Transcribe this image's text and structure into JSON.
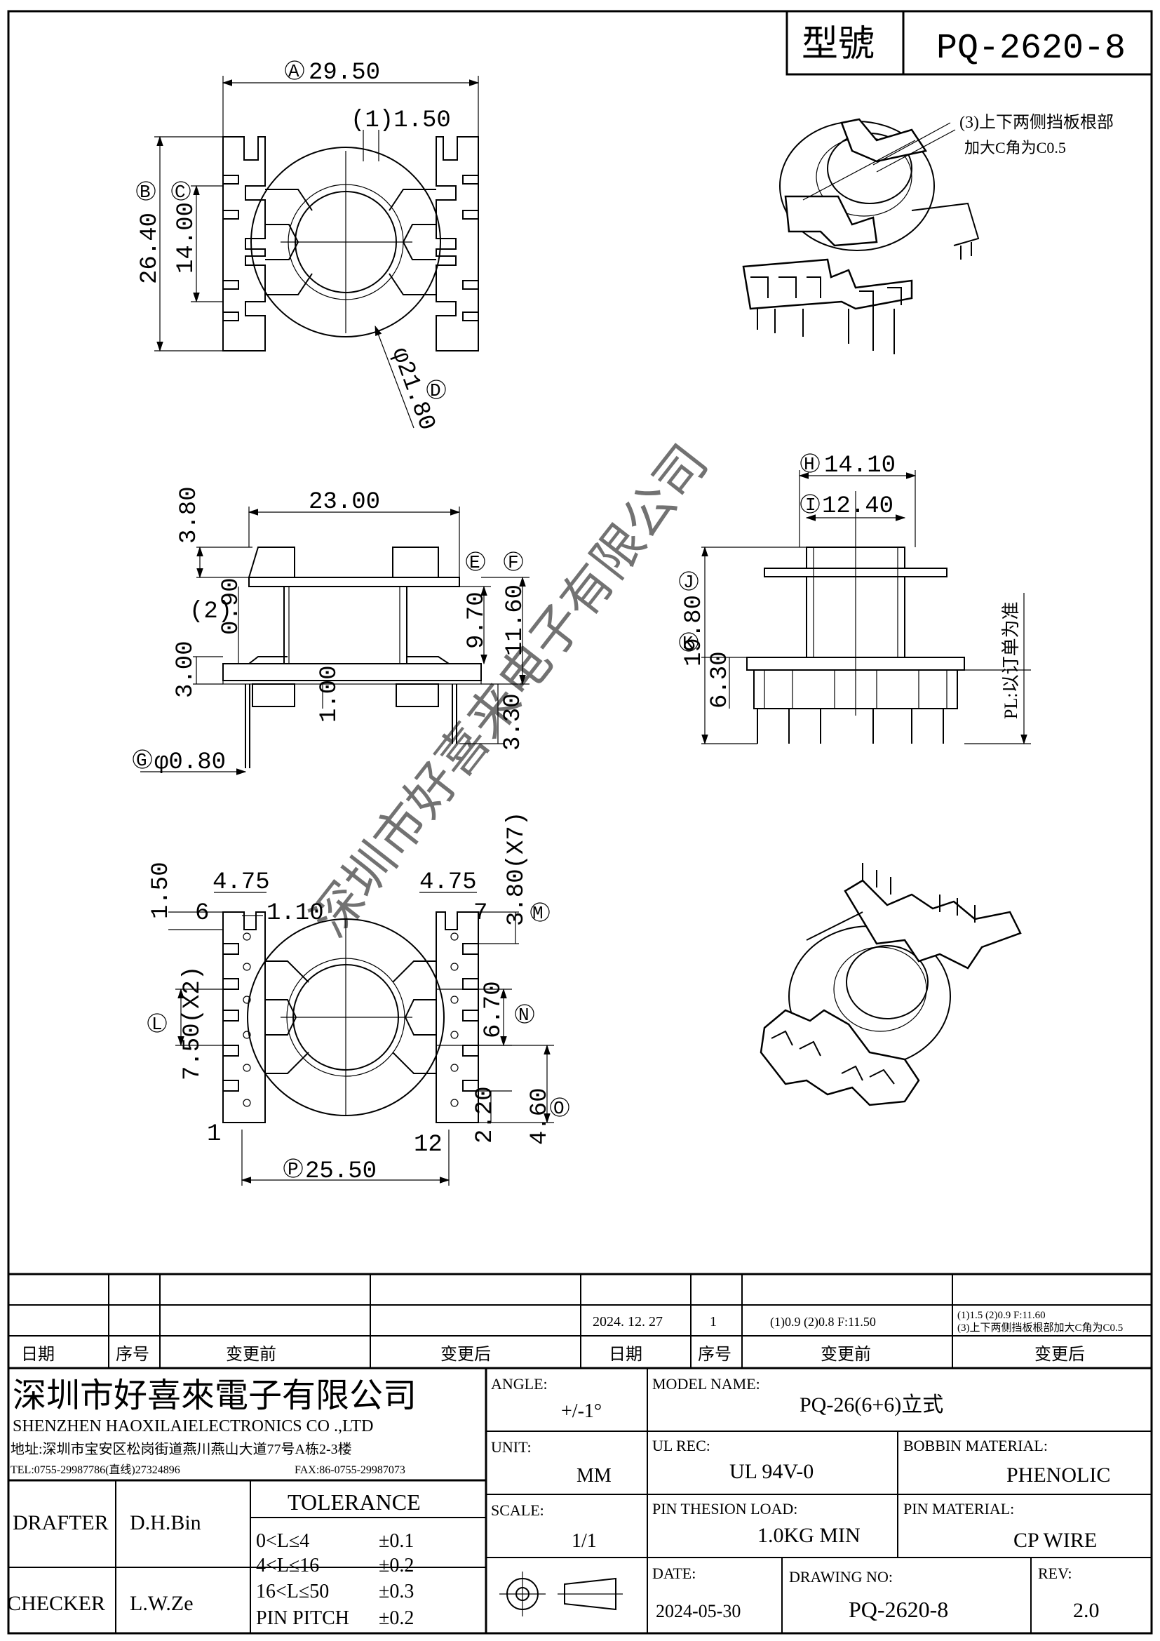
{
  "header": {
    "model_label": "型號",
    "model_value": "PQ-2620-8"
  },
  "watermark": "深圳市好喜来电子有限公司",
  "notes": {
    "iso_note_line1": "(3)上下两侧挡板根部",
    "iso_note_line2": "加大C角为C0.5",
    "pl_note": "PL:以订单为准"
  },
  "top_view": {
    "A": "29.50",
    "n1": "(1)1.50",
    "B": "26.40",
    "C": "14.00",
    "D": "φ21.80"
  },
  "side_view": {
    "w": "23.00",
    "h38": "3.80",
    "n2": "(2)",
    "h09": "0.90",
    "E": "9.70",
    "F": "11.60",
    "h30": "3.00",
    "h10": "1.00",
    "h33": "3.30",
    "G": "φ0.80"
  },
  "end_view": {
    "H": "14.10",
    "I": "12.40",
    "J": "19.80",
    "K": "6.30"
  },
  "bottom_view": {
    "d475a": "4.75",
    "d475b": "4.75",
    "d150": "1.50",
    "d110": "1.10",
    "M": "3.80(X7)",
    "L": "7.50(X2)",
    "N": "6.70",
    "d220": "2.20",
    "O": "4.60",
    "P": "25.50",
    "pin6": "6",
    "pin7": "7",
    "pin1": "1",
    "pin12": "12"
  },
  "circle_letters": [
    "A",
    "B",
    "C",
    "D",
    "E",
    "F",
    "G",
    "H",
    "I",
    "J",
    "K",
    "L",
    "M",
    "N",
    "O",
    "P"
  ],
  "revision": {
    "date": "2024. 12. 27",
    "seq": "1",
    "before": "(1)0.9  (2)0.8  F:11.50",
    "after_line1": "(1)1.5  (2)0.9  F:11.60",
    "after_line2": "(3)上下两侧挡板根部加大C角为C0.5",
    "headers": [
      "日期",
      "序号",
      "变更前",
      "变更后",
      "日期",
      "序号",
      "变更前",
      "变更后"
    ]
  },
  "company": {
    "name_cn": "深圳市好喜來電子有限公司",
    "name_en": "SHENZHEN HAOXILAIELECTRONICS CO .,LTD",
    "address": "地址:深圳市宝安区松岗街道燕川燕山大道77号A栋2-3楼",
    "tel": "TEL:0755-29987786(直线)27324896",
    "fax": "FAX:86-0755-29987073"
  },
  "title_block": {
    "angle_label": "ANGLE:",
    "angle_value": "+/-1°",
    "unit_label": "UNIT:",
    "unit_value": "MM",
    "scale_label": "SCALE:",
    "scale_value": "1/1",
    "model_name_label": "MODEL NAME:",
    "model_name_value": "PQ-26(6+6)立式",
    "ul_label": "UL REC:",
    "ul_value": "UL 94V-0",
    "bobbin_label": "BOBBIN MATERIAL:",
    "bobbin_value": "PHENOLIC",
    "tension_label": "PIN THESION LOAD:",
    "tension_value": "1.0KG MIN",
    "pin_mat_label": "PIN MATERIAL:",
    "pin_mat_value": "CP  WIRE",
    "date_label": "DATE:",
    "date_value": "2024-05-30",
    "drawing_label": "DRAWING NO:",
    "drawing_value": "PQ-2620-8",
    "rev_label": "REV:",
    "rev_value": "2.0",
    "drafter_label": "DRAFTER",
    "drafter_value": "D.H.Bin",
    "checker_label": "CHECKER",
    "checker_value": "L.W.Ze",
    "tol_title": "TOLERANCE",
    "tol_rows": [
      {
        "range": "0<L≤4",
        "tol": "±0.1"
      },
      {
        "range": "4<L≤16",
        "tol": "±0.2"
      },
      {
        "range": "16<L≤50",
        "tol": "±0.3"
      },
      {
        "range": "PIN PITCH",
        "tol": "±0.2"
      }
    ]
  }
}
